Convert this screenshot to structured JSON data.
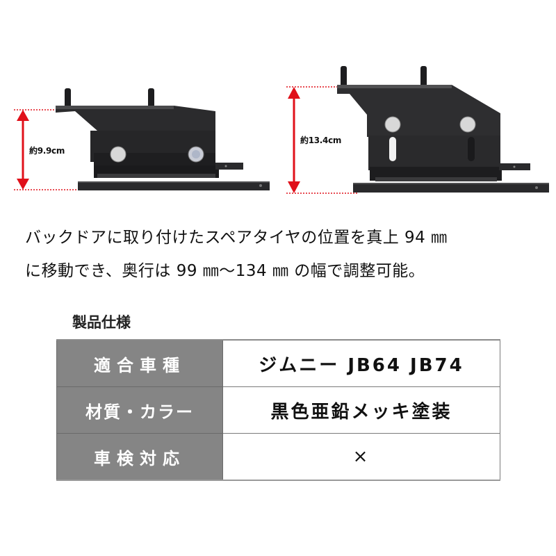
{
  "photos": [
    {
      "name": "bracket-lowered",
      "dimension_label": "約9.9cm",
      "arrow_color": "#e0101a"
    },
    {
      "name": "bracket-raised",
      "dimension_label": "約13.4cm",
      "arrow_color": "#e0101a"
    }
  ],
  "description": {
    "line1": "バックドアに取り付けたスペアタイヤの位置を真上 94 ㎜",
    "line2": "に移動でき、奥行は 99 ㎜～134 ㎜ の幅で調整可能。"
  },
  "spec": {
    "title": "製品仕様",
    "rows": [
      {
        "label": "適合車種",
        "value": "ジムニー JB64 JB74"
      },
      {
        "label": "材質・カラー",
        "value": "黒色亜鉛メッキ塗装"
      },
      {
        "label": "車検対応",
        "value": "×"
      }
    ]
  },
  "colors": {
    "header_cell_bg": "#858585",
    "dimension_arrow": "#e0101a",
    "bracket_metal": "#2a2a2c"
  }
}
